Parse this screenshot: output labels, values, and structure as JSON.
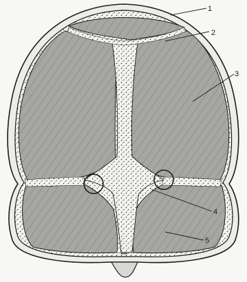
{
  "diagram": {
    "colors": {
      "paper": "#f7f7f5",
      "bone_fill": "#a8a8a4",
      "bone_hatch": "#4a4a48",
      "outline": "#1c1c1c",
      "suture_fill": "#f4f4f0",
      "stipple": "#2a2a2a"
    },
    "callouts": [
      {
        "id": "1",
        "label": "1"
      },
      {
        "id": "2",
        "label": "2"
      },
      {
        "id": "3",
        "label": "3"
      },
      {
        "id": "4",
        "label": "4"
      },
      {
        "id": "5",
        "label": "5"
      }
    ]
  }
}
